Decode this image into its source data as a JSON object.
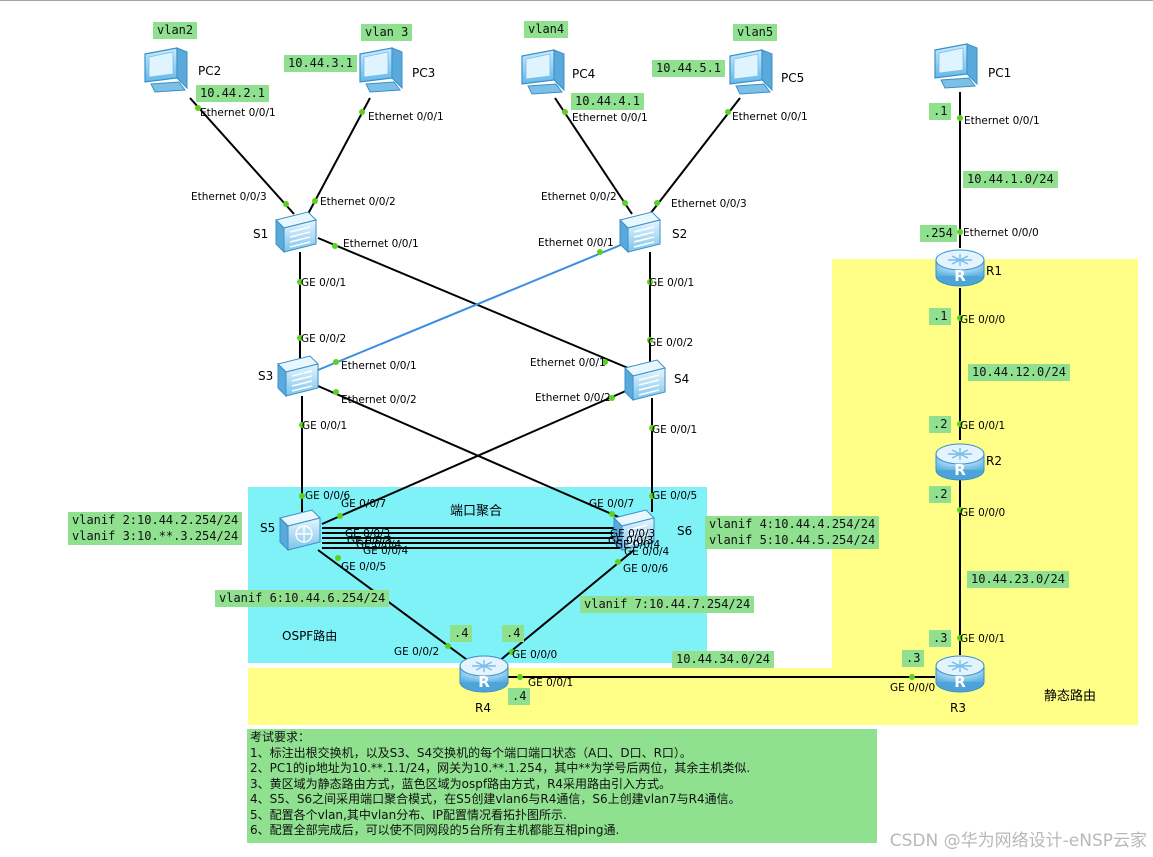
{
  "devices": {
    "pc2": "PC2",
    "pc3": "PC3",
    "pc4": "PC4",
    "pc5": "PC5",
    "pc1": "PC1",
    "s1": "S1",
    "s2": "S2",
    "s3": "S3",
    "s4": "S4",
    "s5": "S5",
    "s6": "S6",
    "r1": "R1",
    "r2": "R2",
    "r3": "R3",
    "r4": "R4"
  },
  "tags": {
    "vlan2": "vlan2",
    "vlan3": "vlan 3",
    "vlan4": "vlan4",
    "vlan5": "vlan5",
    "pc2_ip": "10.44.2.1",
    "pc3_ip": "10.44.3.1",
    "pc4_ip": "10.44.4.1",
    "pc5_ip": "10.44.5.1",
    "pc1_host": ".1",
    "net_1": "10.44.1.0/24",
    "r1_e000": ".254",
    "r1_g000": ".1",
    "net_12": "10.44.12.0/24",
    "r2_g001": ".2",
    "r2_g000": ".2",
    "net_23": "10.44.23.0/24",
    "r3_g001": ".3",
    "r3_g000": ".3",
    "net_34": "10.44.34.0/24",
    "r4_g002": ".4",
    "r4_g000": ".4",
    "r4_g001": ".4",
    "s5_vlanif_2": "vlanif 2:10.44.2.254/24",
    "s5_vlanif_3": "vlanif 3:10.**.3.254/24",
    "s6_vlanif_4": "vlanif 4:10.44.4.254/24",
    "s6_vlanif_5": "vlanif 5:10.44.5.254/24",
    "vlanif_6": "vlanif 6:10.44.6.254/24",
    "vlanif_7": "vlanif 7:10.44.7.254/24"
  },
  "areas": {
    "lag": "端口聚合",
    "ospf": "OSPF路由",
    "static": "静态路由"
  },
  "ports": {
    "pc2_e": "Ethernet 0/0/1",
    "pc3_e": "Ethernet 0/0/1",
    "pc4_e": "Ethernet 0/0/1",
    "pc5_e": "Ethernet 0/0/1",
    "pc1_e": "Ethernet 0/0/1",
    "s1_e3": "Ethernet 0/0/3",
    "s1_e2": "Ethernet 0/0/2",
    "s1_e1": "Ethernet 0/0/1",
    "s1_g1": "GE 0/0/1",
    "s2_e2": "Ethernet 0/0/2",
    "s2_e3": "Ethernet 0/0/3",
    "s2_e1": "Ethernet 0/0/1",
    "s2_g1": "GE 0/0/1",
    "s3_g2": "GE 0/0/2",
    "s3_e1": "Ethernet 0/0/1",
    "s3_e2": "Ethernet 0/0/2",
    "s3_g1": "GE 0/0/1",
    "s4_g2": "GE 0/0/2",
    "s4_e1": "Ethernet 0/0/1",
    "s4_e2": "Ethernet 0/0/2",
    "s4_g1": "GE 0/0/1",
    "s5_g6": "GE 0/0/6",
    "s5_g7": "GE 0/0/7",
    "s5_g3": "GE 0/0/3",
    "s5_g4": "GE 0/0/4",
    "s5_g5": "GE 0/0/5",
    "s6_g7": "GE 0/0/7",
    "s6_g5": "GE 0/0/5",
    "s6_g3": "GE 0/0/3",
    "s6_g4": "GE 0/0/4",
    "s6_g6": "GE 0/0/6",
    "r1_e0": "Ethernet 0/0/0",
    "r1_g0": "GE 0/0/0",
    "r2_g1": "GE 0/0/1",
    "r2_g0": "GE 0/0/0",
    "r3_g1": "GE 0/0/1",
    "r3_g0": "GE 0/0/0",
    "r4_g2": "GE 0/0/2",
    "r4_g0": "GE 0/0/0",
    "r4_g1": "GE 0/0/1"
  },
  "requirements": [
    "考试要求：",
    "1、标注出根交换机，以及S3、S4交换机的每个端口端口状态（A口、D口、R口）。",
    "2、PC1的ip地址为10.**.1.1/24，网关为10.**.1.254，其中**为学号后两位，其余主机类似.",
    "3、黄区域为静态路由方式，蓝色区域为ospf路由方式，R4采用路由引入方式。",
    "4、S5、S6之间采用端口聚合模式，在S5创建vlan6与R4通信，S6上创建vlan7与R4通信。",
    "5、配置各个vlan,其中vlan分布、IP配置情况看拓扑图所示.",
    "6、配置全部完成后，可以使不同网段的5台所有主机都能互相ping通."
  ],
  "watermark": "CSDN @华为网络设计-eNSP云家",
  "colors": {
    "ospf_area": "#7ff2f8",
    "static_area": "#ffff88",
    "label_bg": "#8fe08f",
    "link": "#000000",
    "blue_link": "#3b8ee0",
    "port_dot": "#5ad21e"
  }
}
